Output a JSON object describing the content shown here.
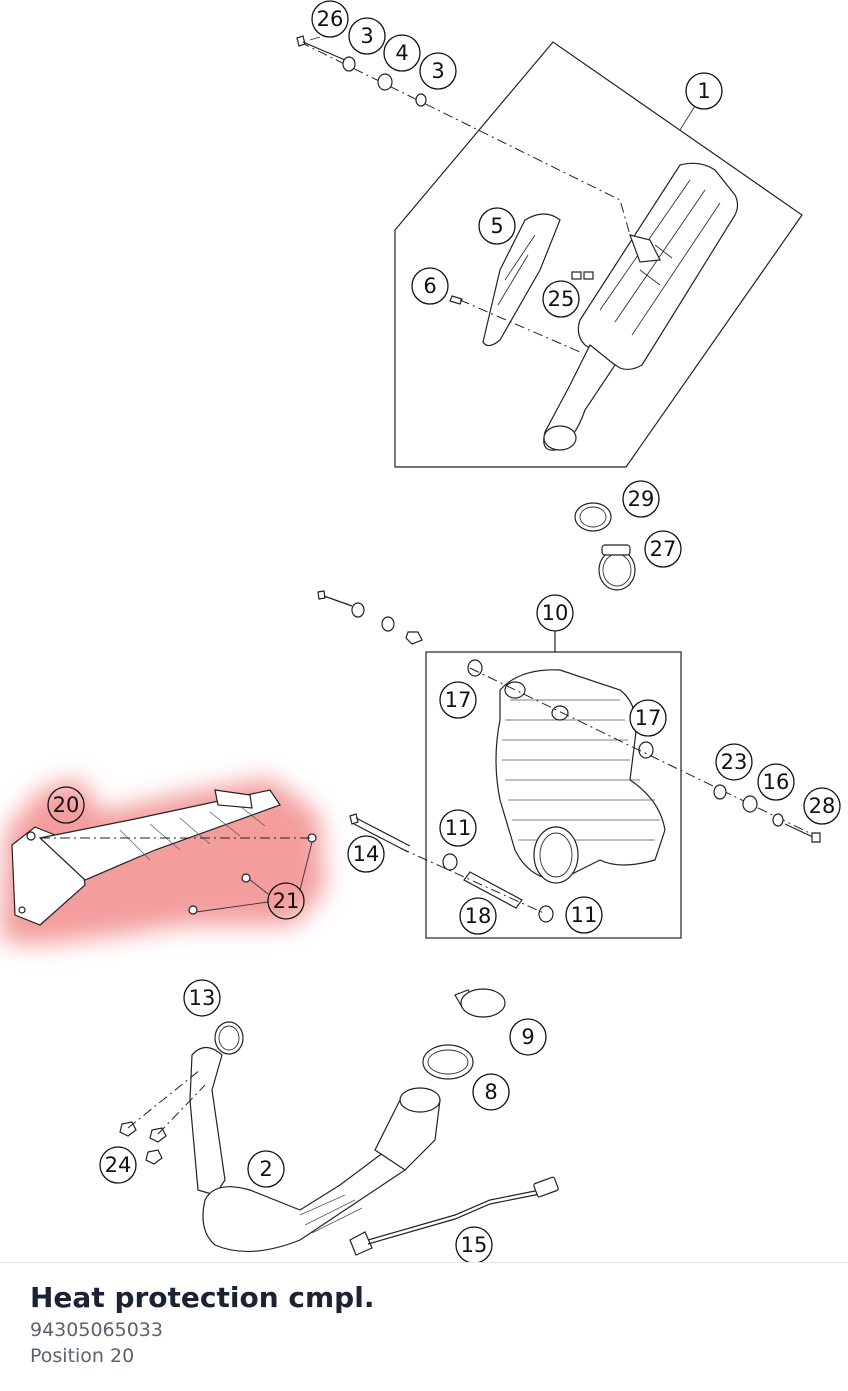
{
  "diagram": {
    "callouts": [
      {
        "label": "26"
      },
      {
        "label": "3"
      },
      {
        "label": "4"
      },
      {
        "label": "3"
      },
      {
        "label": "1"
      },
      {
        "label": "5"
      },
      {
        "label": "6"
      },
      {
        "label": "25"
      },
      {
        "label": "29"
      },
      {
        "label": "27"
      },
      {
        "label": "10"
      },
      {
        "label": "17"
      },
      {
        "label": "17"
      },
      {
        "label": "23"
      },
      {
        "label": "16"
      },
      {
        "label": "28"
      },
      {
        "label": "20"
      },
      {
        "label": "21"
      },
      {
        "label": "11"
      },
      {
        "label": "14"
      },
      {
        "label": "18"
      },
      {
        "label": "11"
      },
      {
        "label": "13"
      },
      {
        "label": "9"
      },
      {
        "label": "8"
      },
      {
        "label": "24"
      },
      {
        "label": "2"
      },
      {
        "label": "15"
      }
    ],
    "highlight_color": "#f28c8c",
    "selected_position": "20"
  },
  "footer": {
    "title": "Heat protection cmpl.",
    "part_number": "94305065033",
    "position": "Position 20"
  }
}
